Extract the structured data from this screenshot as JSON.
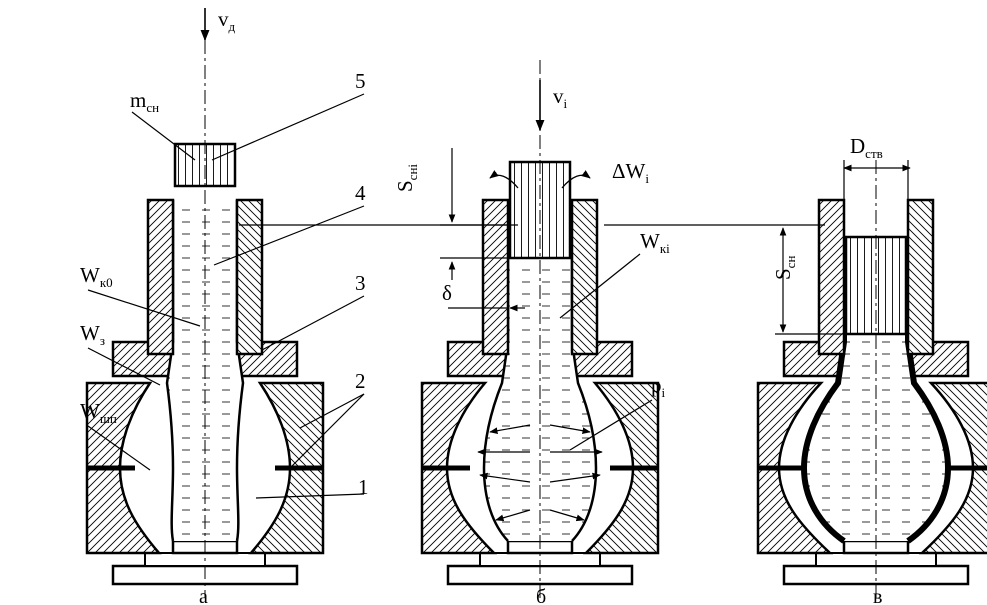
{
  "labels": {
    "vd": {
      "main": "v",
      "sub": "д"
    },
    "vi": {
      "main": "v",
      "sub": "i"
    },
    "msn": {
      "main": "m",
      "sub": "сн"
    },
    "wk0": {
      "main": "W",
      "sub": "к0"
    },
    "wz": {
      "main": "W",
      "sub": "з"
    },
    "wshp": {
      "main": "W",
      "sub": "шп"
    },
    "wki": {
      "main": "W",
      "sub": "кi"
    },
    "ssni": {
      "main": "S",
      "sub": "снi"
    },
    "dwi": {
      "main": "ΔW",
      "sub": "i"
    },
    "delta": {
      "main": "δ"
    },
    "pi": {
      "main": "p",
      "sub": "i"
    },
    "dstv": {
      "main": "D",
      "sub": "ств"
    },
    "ssn": {
      "main": "S",
      "sub": "сн"
    },
    "n1": "1",
    "n2": "2",
    "n3": "3",
    "n4": "4",
    "n5": "5"
  },
  "captions": {
    "a": "а",
    "b": "б",
    "c": "в"
  }
}
